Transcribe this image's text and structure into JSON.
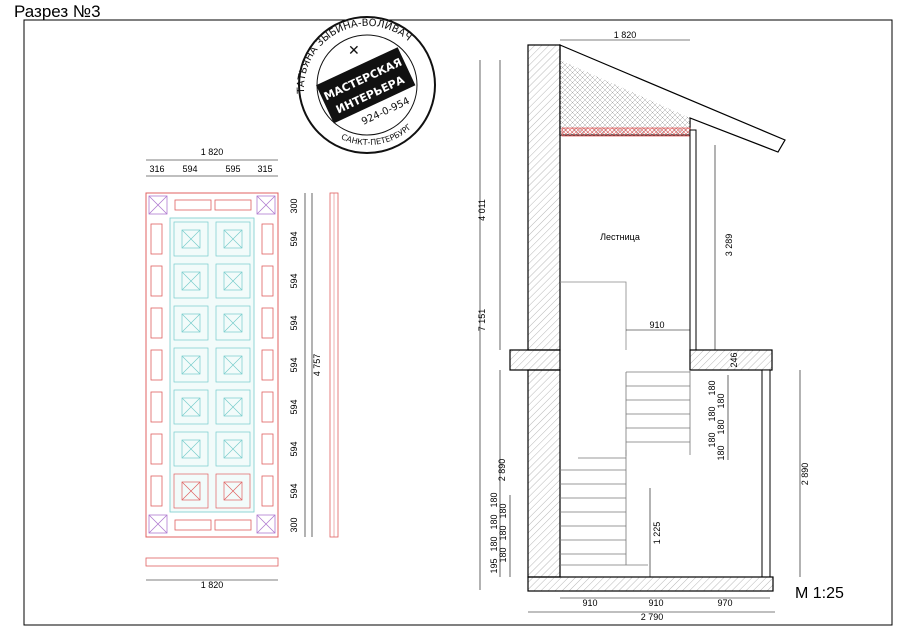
{
  "sheet": {
    "title": "Разрез №3",
    "scale": "М 1:25"
  },
  "stamp": {
    "arc_top": "ТАТЬЯНА ЗЫБИНА-ВОЛИВАЧ",
    "cross": "✕",
    "line1": "МАСТЕРСКАЯ",
    "line2": "ИНТЕРЬЕРА",
    "phone": "924-0-954",
    "city": "САНКТ-ПЕТЕРБУРГ"
  },
  "ceiling_plan": {
    "total_width_top": "1 820",
    "col_widths": [
      "316",
      "594",
      "595",
      "315"
    ],
    "row_heights": [
      "300",
      "594",
      "594",
      "594",
      "594",
      "594",
      "594",
      "594",
      "300"
    ],
    "total_height": "4 757",
    "total_width_bottom": "1 820"
  },
  "section": {
    "roof_width": "1 820",
    "room_label": "Лестница",
    "height_left_top": "4 011",
    "height_right_top": "3 289",
    "height_total": "7 151",
    "landing_width": "910",
    "slab_thickness": "246",
    "floor_height_left": "2 890",
    "floor_height_right": "2 890",
    "upper_risers": [
      "180",
      "180",
      "180",
      "180",
      "180",
      "180"
    ],
    "lower_risers": [
      "180",
      "180",
      "180",
      "180",
      "180",
      "180",
      "195"
    ],
    "handrail_height": "1 225",
    "bottom_spans": [
      "910",
      "910",
      "970"
    ],
    "bottom_total": "2 790"
  }
}
